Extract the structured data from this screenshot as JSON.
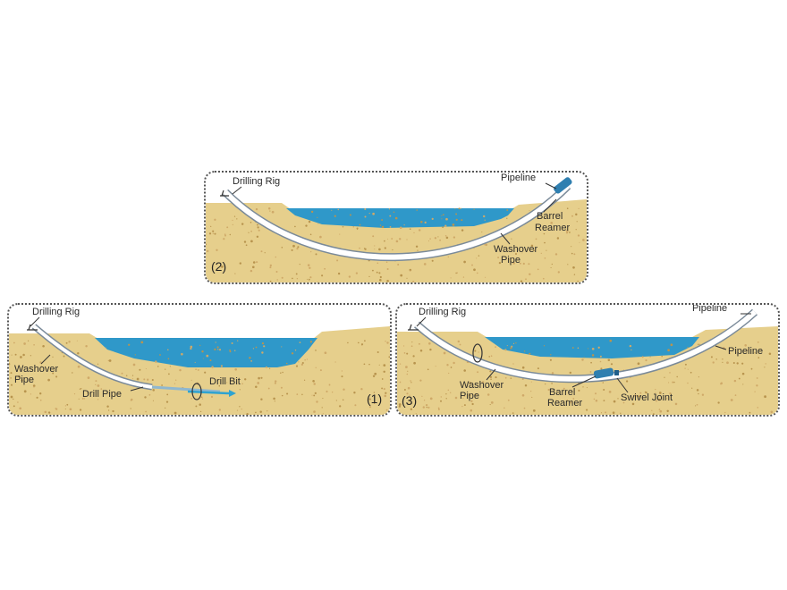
{
  "colors": {
    "sand": "#e6cf8c",
    "water": "#2f98c9",
    "pipe": "#ffffff",
    "pipe_outline": "#7a8a99",
    "tool": "#2f7fb0"
  },
  "panels": {
    "p2": {
      "number": "(2)",
      "labels": {
        "drilling_rig": "Drilling Rig",
        "pipeline": "Pipeline",
        "barrel": "Barrel",
        "reamer": "Reamer",
        "washover": "Washover",
        "pipe": "Pipe"
      }
    },
    "p1": {
      "number": "(1)",
      "labels": {
        "drilling_rig": "Drilling Rig",
        "washover": "Washover",
        "pipe": "Pipe",
        "drill_pipe": "Drill Pipe",
        "drill_bit": "Drill Bit"
      }
    },
    "p3": {
      "number": "(3)",
      "labels": {
        "drilling_rig": "Drilling Rig",
        "pipeline_top": "Pipeline",
        "pipeline_right": "Pipeline",
        "washover": "Washover",
        "pipe": "Pipe",
        "barrel": "Barrel",
        "reamer": "Reamer",
        "swivel_joint": "Swivel Joint"
      }
    }
  }
}
